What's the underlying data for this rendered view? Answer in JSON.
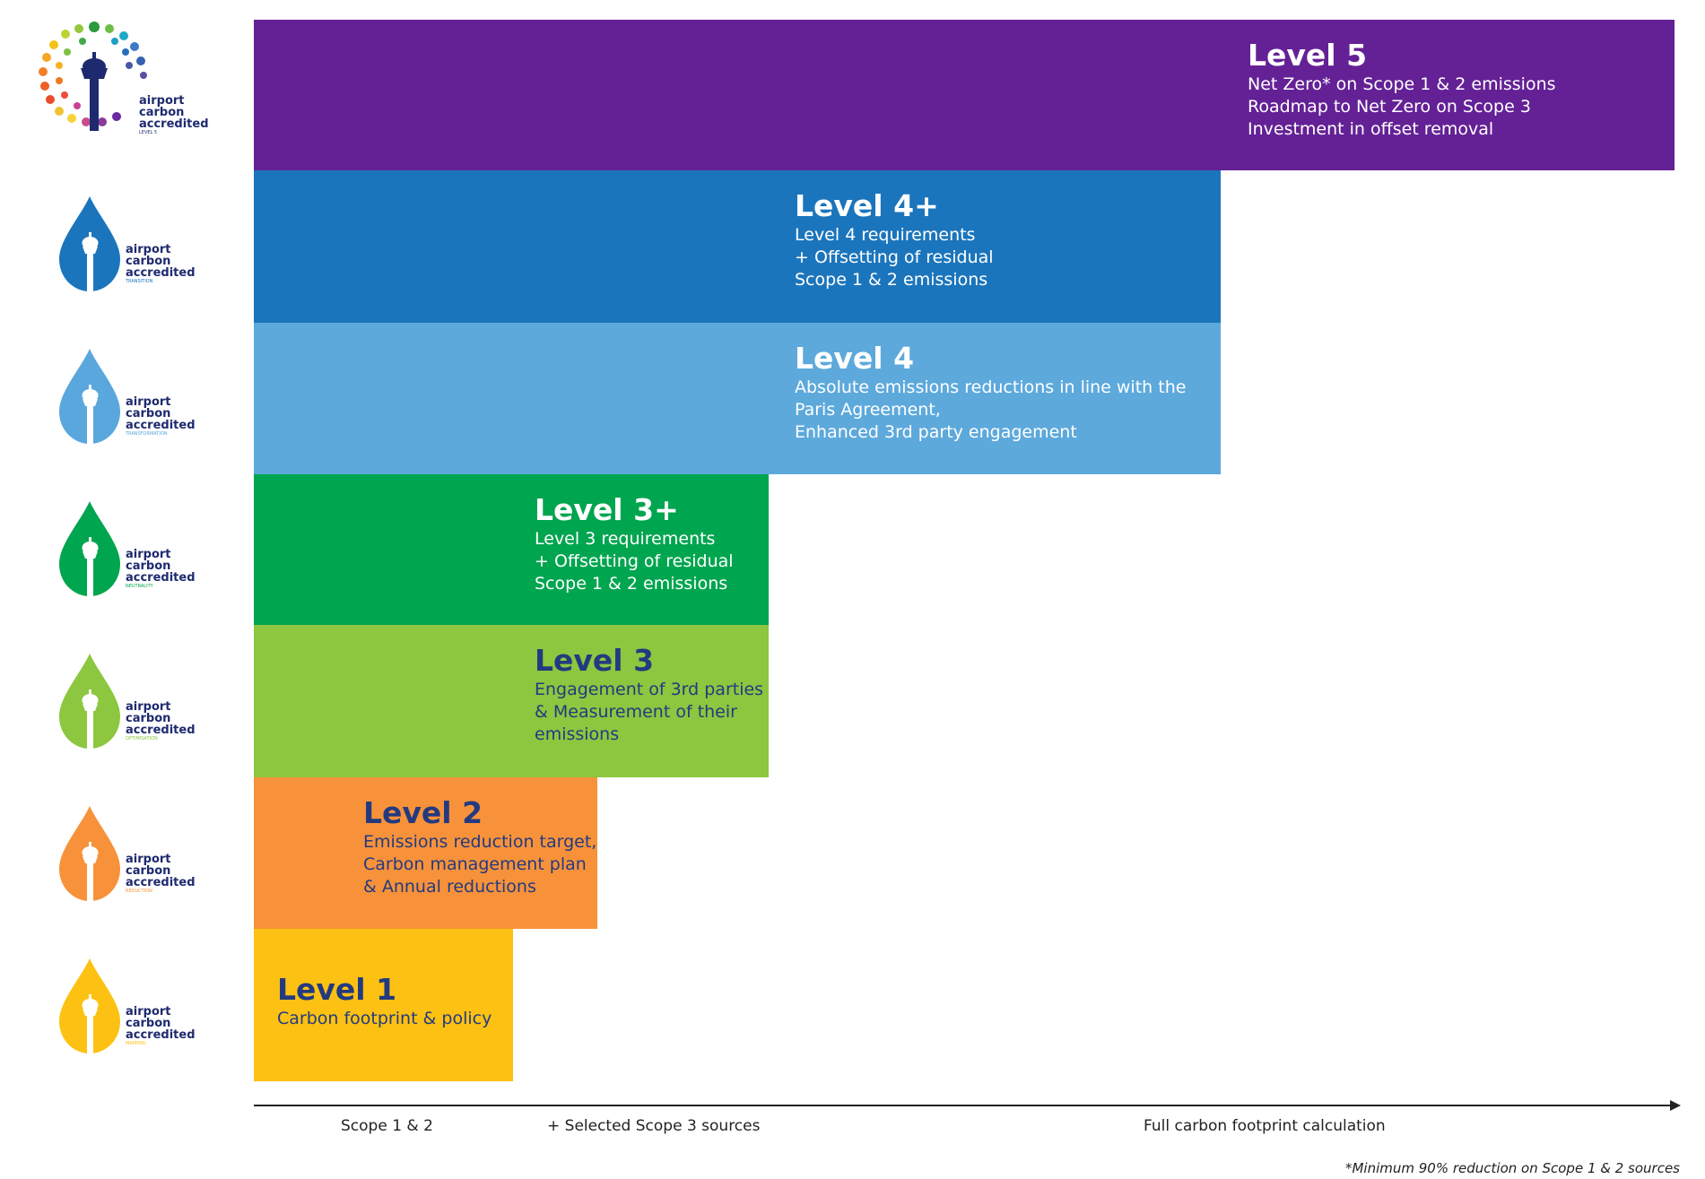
{
  "logos": [
    {
      "text": [
        "airport",
        "carbon",
        "accredited"
      ],
      "sub": "LEVEL 5",
      "color": "#6a2aa0",
      "kind": "flower"
    },
    {
      "text": [
        "airport",
        "carbon",
        "accredited"
      ],
      "sub": "TRANSITION",
      "color": "#1b75bc"
    },
    {
      "text": [
        "airport",
        "carbon",
        "accredited"
      ],
      "sub": "TRANSFORMATION",
      "color": "#5aa7dd"
    },
    {
      "text": [
        "airport",
        "carbon",
        "accredited"
      ],
      "sub": "NEUTRALITY",
      "color": "#00a54f"
    },
    {
      "text": [
        "airport",
        "carbon",
        "accredited"
      ],
      "sub": "OPTIMISATION",
      "color": "#8dc63f"
    },
    {
      "text": [
        "airport",
        "carbon",
        "accredited"
      ],
      "sub": "REDUCTION",
      "color": "#f7923a"
    },
    {
      "text": [
        "airport",
        "carbon",
        "accredited"
      ],
      "sub": "MAPPING",
      "color": "#fcc112"
    }
  ],
  "levels": [
    {
      "title": "Level 5",
      "lines": [
        "Net Zero* on Scope 1 & 2 emissions",
        "Roadmap to Net Zero on Scope 3",
        "Investment in offset removal"
      ],
      "color": "#642196"
    },
    {
      "title": "Level 4+",
      "lines": [
        "Level 4 requirements",
        "+ Offsetting of residual",
        "Scope 1 & 2 emissions"
      ],
      "color": "#1b75bc"
    },
    {
      "title": "Level 4",
      "lines": [
        "Absolute emissions reductions in line with the",
        "Paris Agreement,",
        "Enhanced 3rd party engagement"
      ],
      "color": "#5da9dc"
    },
    {
      "title": "Level 3+",
      "lines": [
        "Level 3 requirements",
        "+ Offsetting of residual",
        "Scope 1 & 2 emissions"
      ],
      "color": "#00a54f"
    },
    {
      "title": "Level 3",
      "lines": [
        "Engagement of 3rd parties",
        "& Measurement of their",
        "emissions"
      ],
      "color": "#8dc63f"
    },
    {
      "title": "Level 2",
      "lines": [
        "Emissions reduction target,",
        "Carbon management plan",
        "& Annual reductions"
      ],
      "color": "#f7923a"
    },
    {
      "title": "Level 1",
      "lines": [
        "Carbon footprint & policy"
      ],
      "color": "#fcc112"
    }
  ],
  "axis": {
    "label_1": "Scope 1 & 2",
    "label_2": "+ Selected Scope 3 sources",
    "label_3": "Full carbon footprint calculation"
  },
  "footnote": "*Minimum 90% reduction on Scope 1 & 2 sources"
}
